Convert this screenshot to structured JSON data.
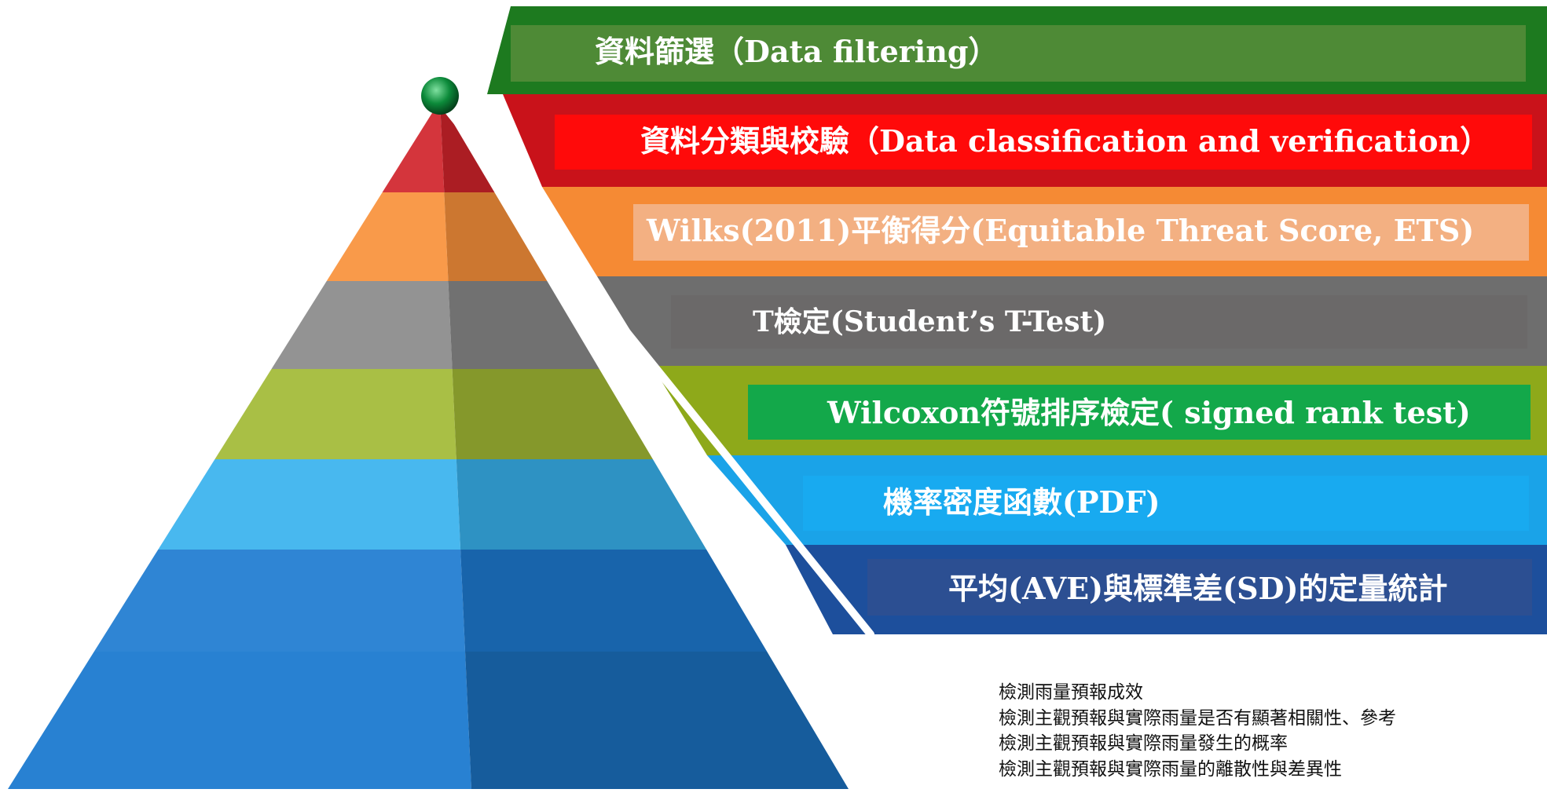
{
  "layers": [
    {
      "label": "資料篩選（Data filtering）",
      "band_color": "#1d7a1f",
      "box_color": "#4e8a36",
      "pyramid_color": null
    },
    {
      "label": "資料分類與校驗（Data classification and verification）",
      "band_color": "#c9121a",
      "box_color": "#ff0a0a",
      "pyramid_color": "#d0232b"
    },
    {
      "label": "Wilks(2011)平衡得分(Equitable Threat Score, ETS)",
      "band_color": "#f58a34",
      "box_color": "#f3b082",
      "pyramid_color": "#f9913a"
    },
    {
      "label": "T檢定(Student’s T-Test)",
      "band_color": "#6e6e6e",
      "box_color": "#6b6969",
      "pyramid_color": "#8a8a8a"
    },
    {
      "label": "Wilcoxon符號排序檢定( signed rank test)",
      "band_color": "#8ea91a",
      "box_color": "#13a84a",
      "pyramid_color": "#a2b935"
    },
    {
      "label": "機率密度函數(PDF)",
      "band_color": "#1aa3e8",
      "box_color": "#18aaf0",
      "pyramid_color": "#38b2ee"
    },
    {
      "label": "平均(AVE)與標準差(SD)的定量統計",
      "band_color": "#1d4f9c",
      "box_color": "#2c4f92",
      "pyramid_color": "#1d7ad0"
    }
  ],
  "notes": [
    "檢測雨量預報成效",
    "檢測主觀預報與實際雨量是否有顯著相關性、參考",
    "檢測主觀預報與實際雨量發生的概率",
    "檢測主觀預報與實際雨量的離散性與差異性"
  ],
  "colors": {
    "pole": "#ffffff",
    "ball": "#0c8a3a"
  }
}
